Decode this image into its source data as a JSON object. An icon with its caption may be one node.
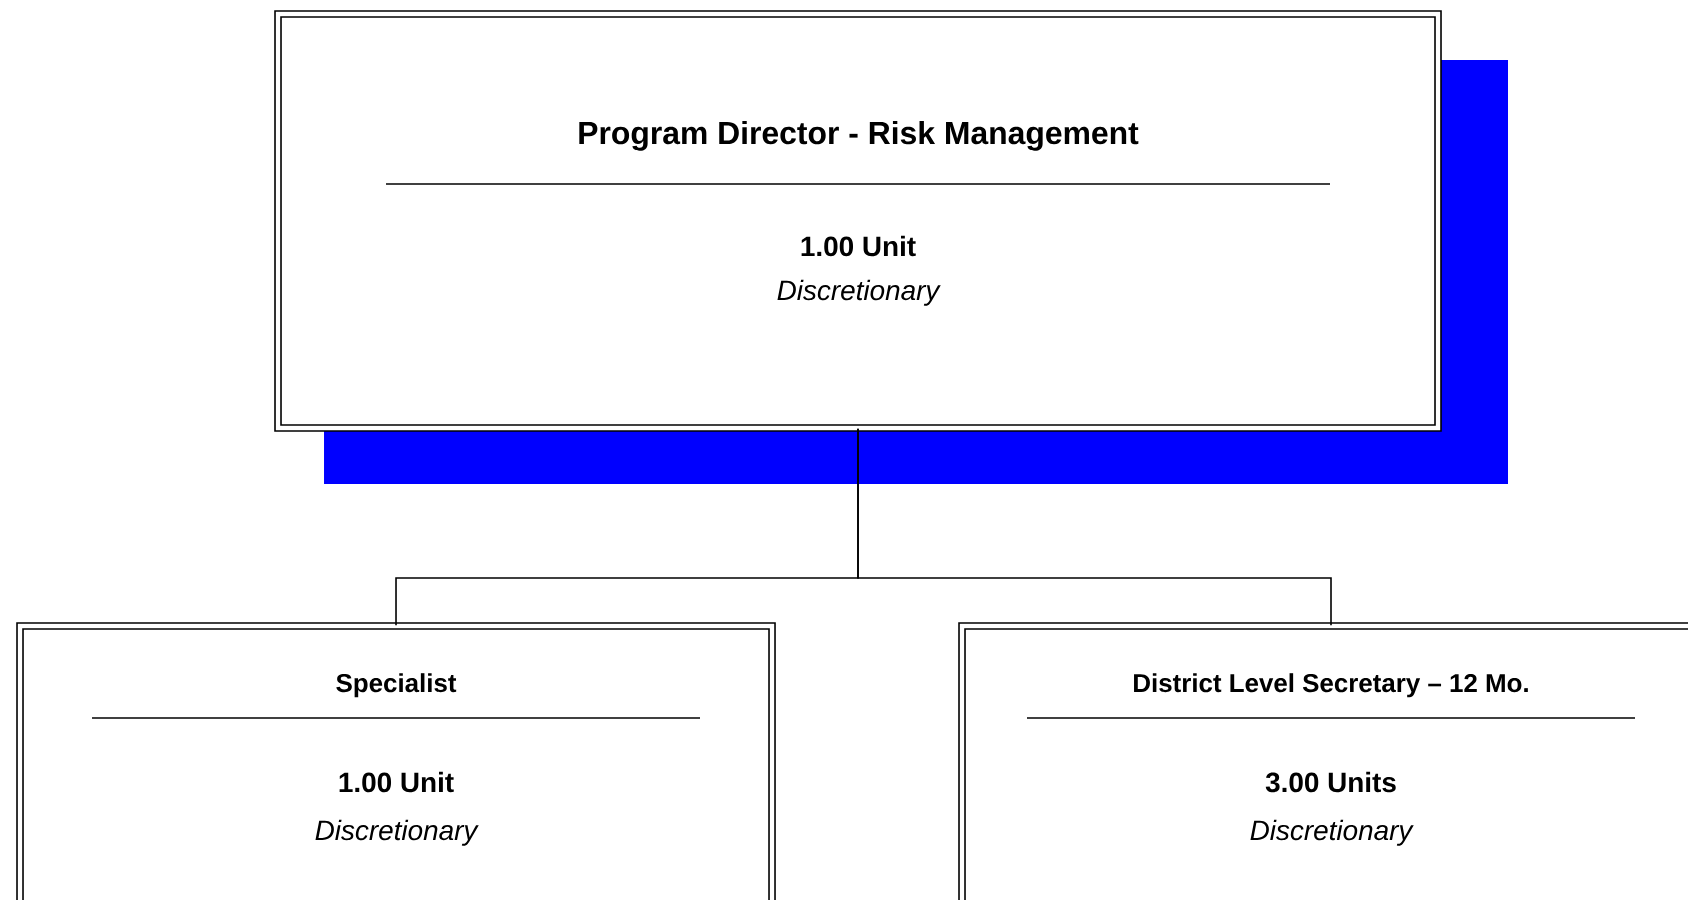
{
  "diagram": {
    "nodes": [
      {
        "text": [
          "Program Director - Risk Management",
          "1.00 Unit",
          "Discretionary"
        ]
      },
      {
        "text": [
          "Specialist",
          "1.00 Unit",
          "Discretionary"
        ]
      },
      {
        "text": [
          "District Level Secretary – 12 Mo.",
          "3.00 Units",
          "Discretionary"
        ]
      }
    ],
    "edges": [
      {
        "from": 0,
        "to": 1,
        "arrow": "none"
      },
      {
        "from": 0,
        "to": 2,
        "arrow": "none"
      }
    ]
  }
}
